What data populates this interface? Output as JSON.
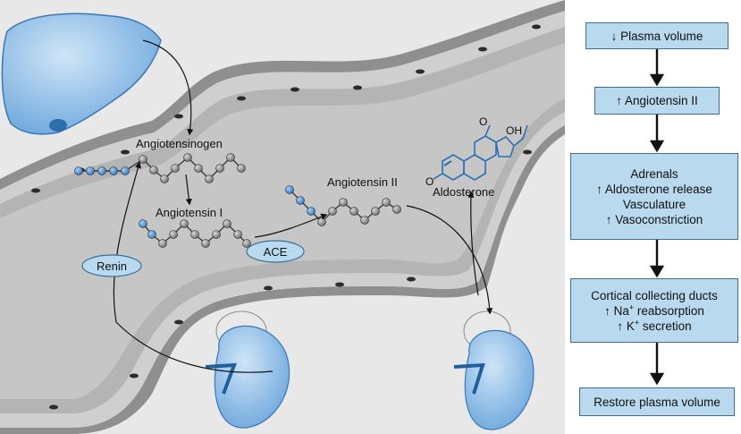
{
  "diagram": {
    "labels": {
      "angiotensinogen": "Angiotensinogen",
      "angiotensin_1": "Angiotensin I",
      "angiotensin_2": "Angiotensin II",
      "aldosterone": "Aldosterone",
      "renin": "Renin",
      "ace": "ACE",
      "oh": "OH",
      "o_side": "O",
      "o_ring": "O"
    },
    "colors": {
      "organ_blue": "#8fbfe8",
      "organ_dark": "#2c6ea8",
      "molecule_blue": "#4a8ed0",
      "molecule_gray": "#8a8a8a",
      "vessel_gray": "#c9c9c9",
      "background_gray": "#e6e6e6"
    }
  },
  "flowchart": {
    "steps": [
      {
        "lines": [
          "↓ Plasma volume"
        ]
      },
      {
        "lines": [
          "↑ Angiotensin II"
        ]
      },
      {
        "lines": [
          "Adrenals",
          "↑ Aldosterone release",
          "Vasculature",
          "↑ Vasoconstriction"
        ]
      },
      {
        "lines": [
          "Cortical collecting ducts",
          "↑ Na",
          "↑ K",
          "reabsorption",
          "secretion"
        ]
      },
      {
        "lines": [
          "Restore plasma volume"
        ]
      }
    ],
    "superscripts": {
      "na": "+",
      "k": "+"
    }
  }
}
